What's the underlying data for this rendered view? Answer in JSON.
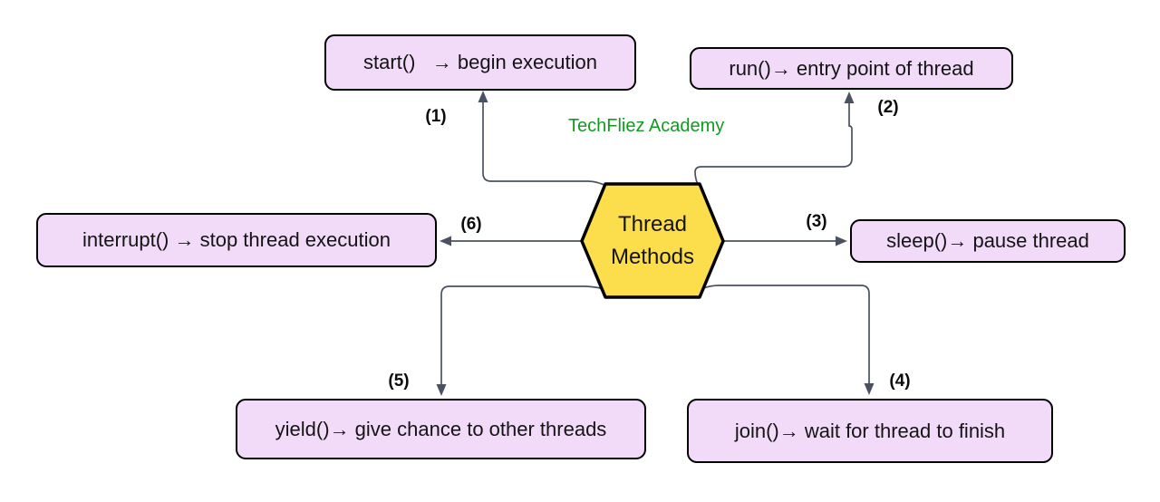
{
  "colors": {
    "background": "#ffffff",
    "box_fill": "#F2DBF8",
    "box_border": "#000000",
    "hexagon_fill": "#FCDE4C",
    "hexagon_border": "#000000",
    "connector": "#4A5261",
    "title_green": "#129B21",
    "text": "#141414"
  },
  "title": {
    "text": "TechFliez Academy"
  },
  "hexagon": {
    "line1": "Thread",
    "line2": "Methods"
  },
  "nodes": [
    {
      "label": "start()   → begin execution",
      "num": "(1)"
    },
    {
      "label": "run()→ entry point of thread",
      "num": "(2)"
    },
    {
      "label": "sleep()→ pause thread",
      "num": "(3)"
    },
    {
      "label": "join()→ wait for thread to finish",
      "num": "(4)"
    },
    {
      "label": "yield()→ give chance to other threads",
      "num": "(5)"
    },
    {
      "label": "interrupt() → stop thread execution",
      "num": "(6)"
    }
  ]
}
